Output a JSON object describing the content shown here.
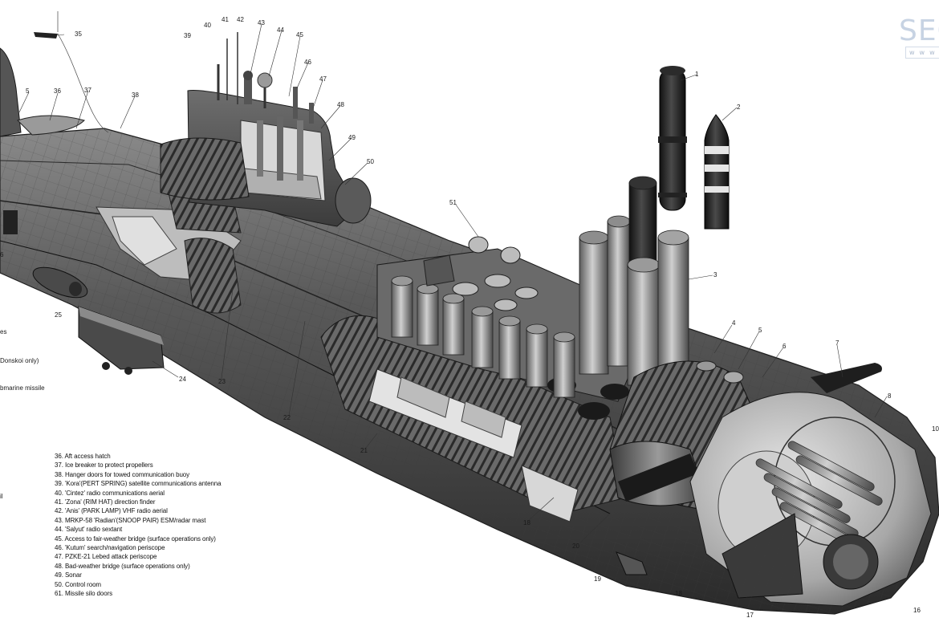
{
  "callouts": [
    {
      "id": "1",
      "label": "1"
    },
    {
      "id": "2",
      "label": "2"
    },
    {
      "id": "3",
      "label": "3"
    },
    {
      "id": "4",
      "label": "4"
    },
    {
      "id": "5a",
      "label": "5"
    },
    {
      "id": "6",
      "label": "6"
    },
    {
      "id": "7",
      "label": "7"
    },
    {
      "id": "8",
      "label": "8"
    },
    {
      "id": "10",
      "label": "10"
    },
    {
      "id": "16",
      "label": "16"
    },
    {
      "id": "17",
      "label": "17"
    },
    {
      "id": "18a",
      "label": "18"
    },
    {
      "id": "18b",
      "label": "18"
    },
    {
      "id": "19",
      "label": "19"
    },
    {
      "id": "20",
      "label": "20"
    },
    {
      "id": "21",
      "label": "21"
    },
    {
      "id": "22",
      "label": "22"
    },
    {
      "id": "23",
      "label": "23"
    },
    {
      "id": "24",
      "label": "24"
    },
    {
      "id": "25",
      "label": "25"
    },
    {
      "id": "5b",
      "label": "5"
    },
    {
      "id": "35",
      "label": "35"
    },
    {
      "id": "36",
      "label": "36"
    },
    {
      "id": "37",
      "label": "37"
    },
    {
      "id": "38",
      "label": "38"
    },
    {
      "id": "39",
      "label": "39"
    },
    {
      "id": "40",
      "label": "40"
    },
    {
      "id": "41",
      "label": "41"
    },
    {
      "id": "42",
      "label": "42"
    },
    {
      "id": "43",
      "label": "43"
    },
    {
      "id": "44",
      "label": "44"
    },
    {
      "id": "45",
      "label": "45"
    },
    {
      "id": "46",
      "label": "46"
    },
    {
      "id": "47",
      "label": "47"
    },
    {
      "id": "48",
      "label": "48"
    },
    {
      "id": "49",
      "label": "49"
    },
    {
      "id": "50",
      "label": "50"
    },
    {
      "id": "51",
      "label": "51"
    },
    {
      "id": "6b",
      "label": "6"
    }
  ],
  "left_fragments": [
    {
      "id": "f1",
      "text": "es"
    },
    {
      "id": "f2",
      "text": "Donskoi only)"
    },
    {
      "id": "f3",
      "text": "bmarine missile"
    },
    {
      "id": "f4",
      "text": "il"
    }
  ],
  "legend": [
    "36. Aft access hatch",
    "37. Ice breaker to protect propellers",
    "38. Hanger doors for towed communication buoy",
    "39. 'Kora'(PERT SPRING) satellite communications antenna",
    "40. 'Cintez' radio communications aerial",
    "41. 'Zona' (RIM HAT) direction finder",
    "42. 'Anis' (PARK LAMP) VHF radio aerial",
    "43. MRKP-58 'Radian'(SNOOP PAIR) ESM/radar mast",
    "44. 'Salyut' radio sextant",
    "45. Access to fair-weather bridge (surface operations only)",
    "46. 'Kutum' search/navigation periscope",
    "47. PZKE-21 Lebed attack periscope",
    "48. Bad-weather bridge (surface operations only)",
    "49. Sonar",
    "50. Control room",
    "61. Missile silo doors"
  ],
  "watermark": {
    "brand": "SEC",
    "sub": "www"
  }
}
